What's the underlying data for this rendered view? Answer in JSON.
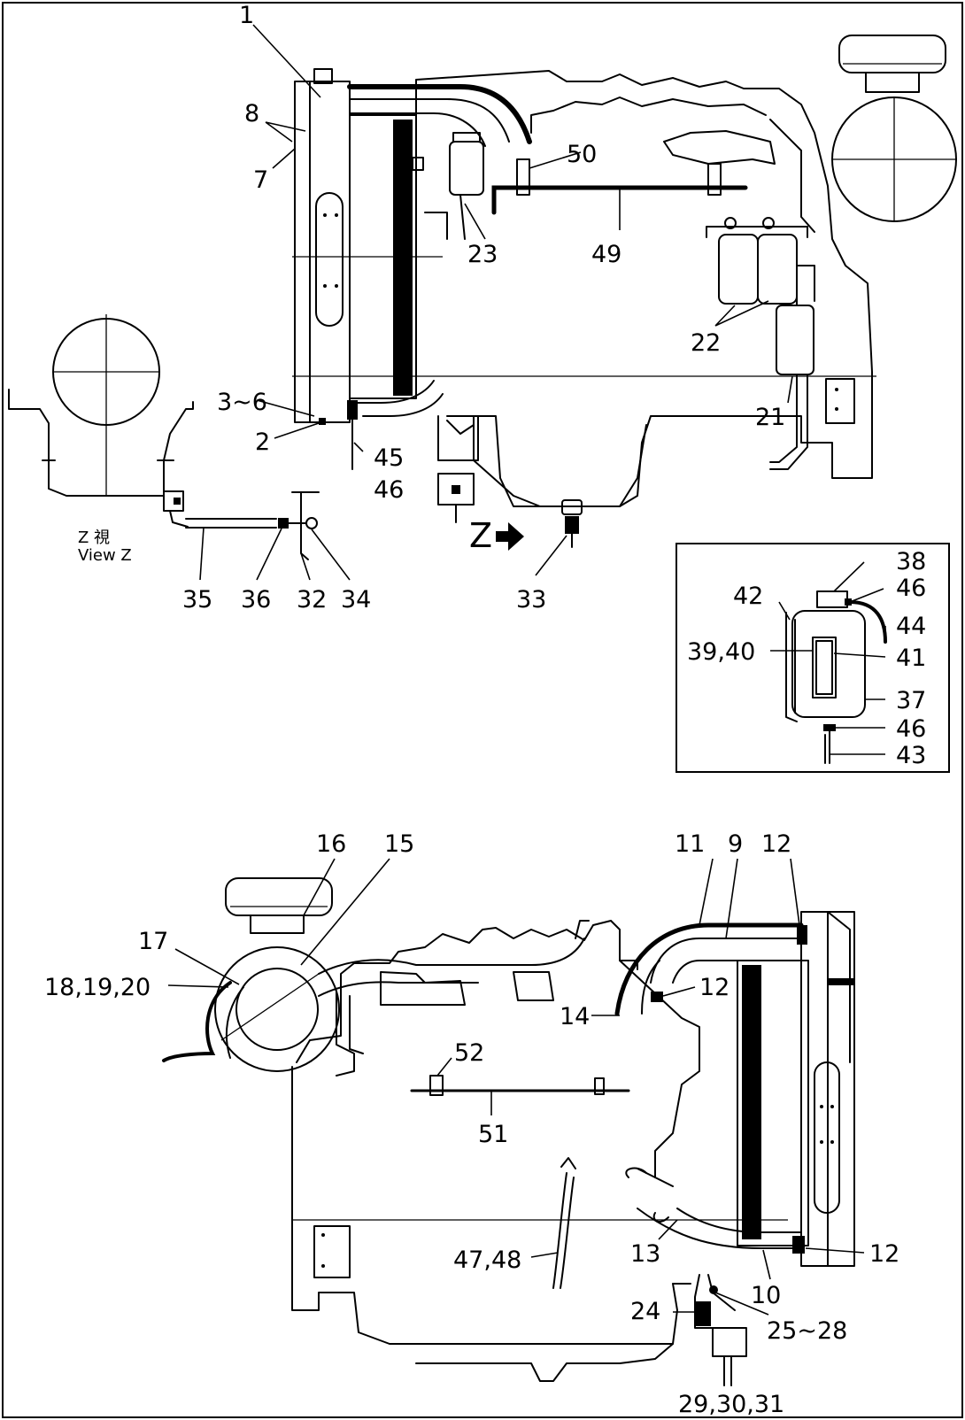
{
  "labels": {
    "l1": "1",
    "l8": "8",
    "l7": "7",
    "l50": "50",
    "l23": "23",
    "l49": "49",
    "l22": "22",
    "l21": "21",
    "l3_6": "3~6",
    "l2": "2",
    "l45": "45",
    "l46a": "46",
    "l35": "35",
    "l36": "36",
    "l32": "32",
    "l34": "34",
    "l33": "33",
    "l38": "38",
    "l46b": "46",
    "l42": "42",
    "l44": "44",
    "l39_40": "39,40",
    "l41": "41",
    "l37": "37",
    "l46c": "46",
    "l43": "43",
    "l16": "16",
    "l15": "15",
    "l11": "11",
    "l9": "9",
    "l12a": "12",
    "l17": "17",
    "l18_20": "18,19,20",
    "l12b": "12",
    "l14": "14",
    "l52": "52",
    "l51": "51",
    "l47_48": "47,48",
    "l13": "13",
    "l12c": "12",
    "l10": "10",
    "l24": "24",
    "l25_28": "25~28",
    "l29_31": "29,30,31"
  },
  "view_z": {
    "arrow_letter": "Z",
    "caption_jp": "Z 視",
    "caption_en": "View Z"
  }
}
